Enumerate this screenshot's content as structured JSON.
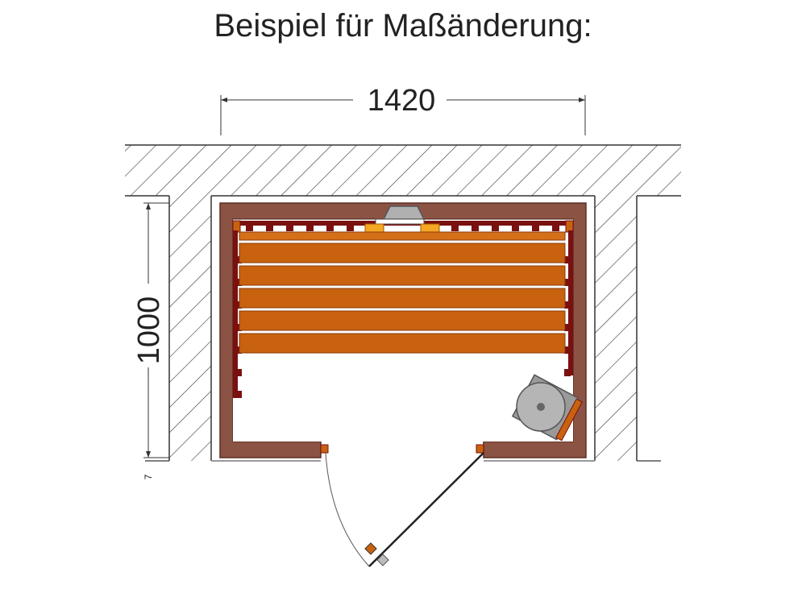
{
  "title": "Beispiel für Maßänderung:",
  "dimensions": {
    "width": "1420",
    "depth": "1000",
    "offset": "7"
  },
  "colors": {
    "wall_frame": "#8b5344",
    "bench_wood": "#c8620f",
    "bench_dark": "#8a3a08",
    "batten": "#7a1010",
    "light_lamp": "#f5a623",
    "heater_stone": "#a8a8a8",
    "hatch": "#333333"
  }
}
